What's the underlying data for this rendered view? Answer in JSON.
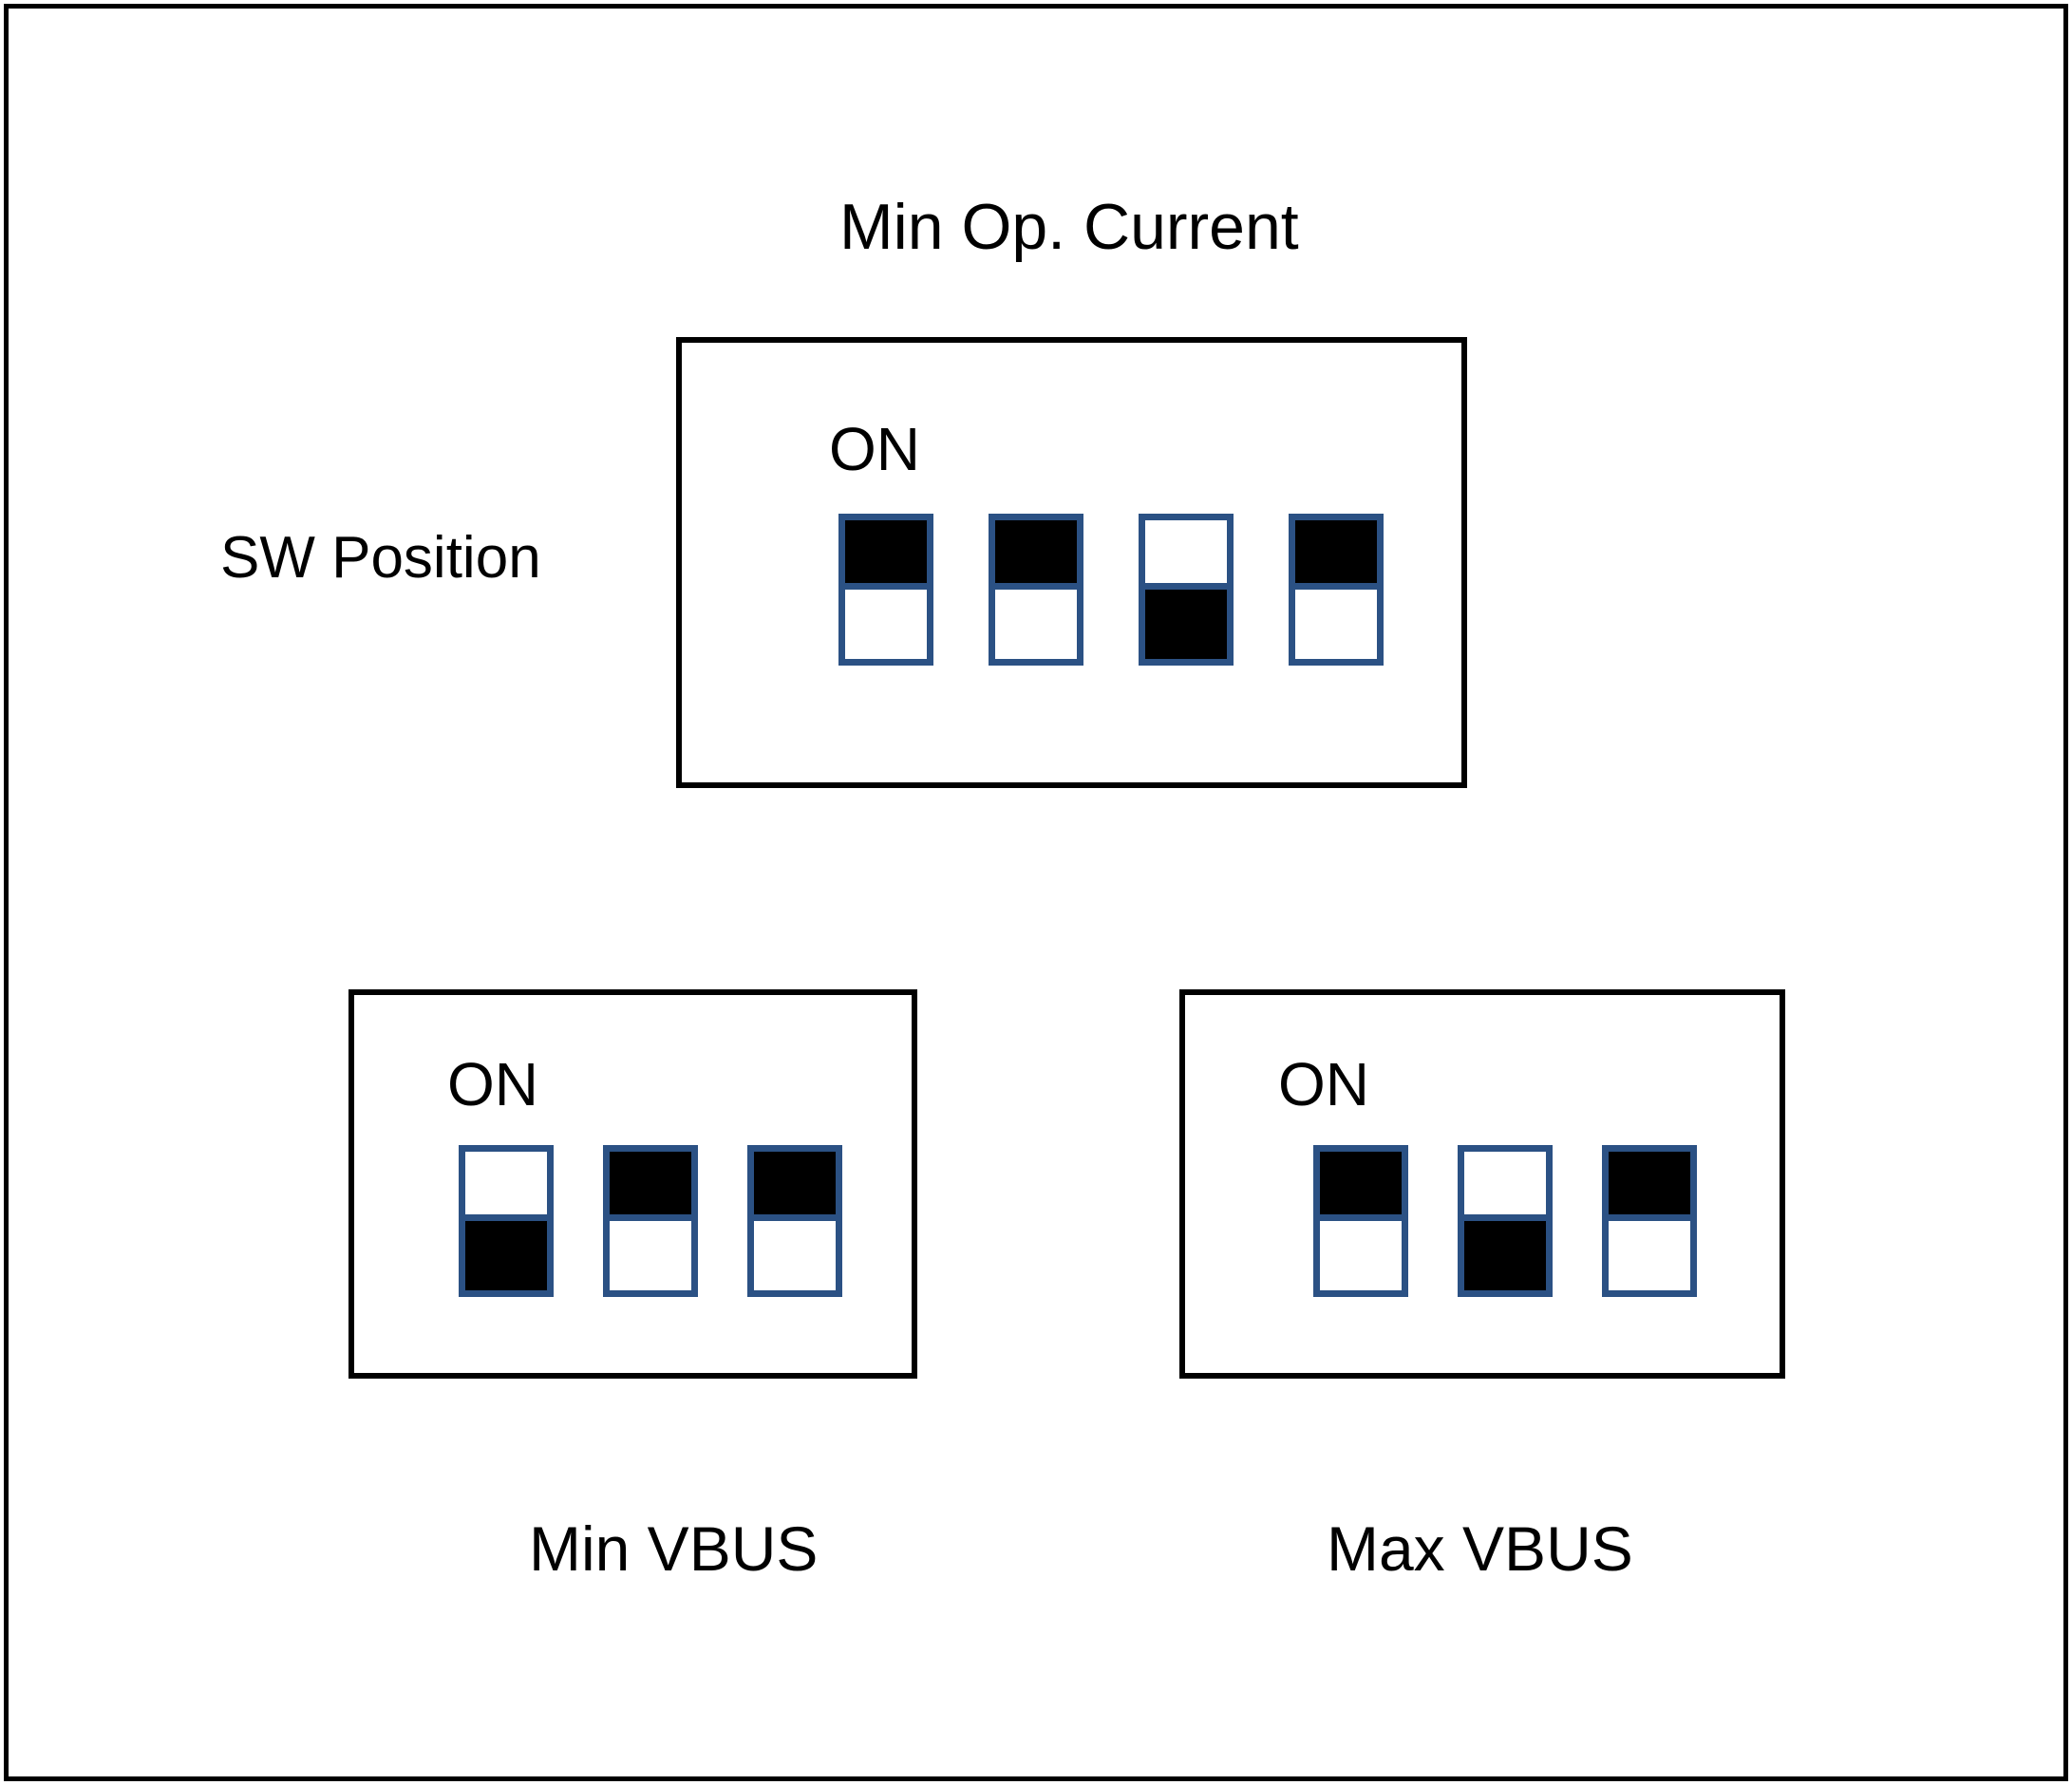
{
  "diagram": {
    "title": "Min Op. Current",
    "side_label": "SW Position",
    "on_label": "ON",
    "border_color": "#000000",
    "switch_border_color": "#2B5184",
    "switch_fill_color": "#000000",
    "background_color": "#FFFFFF"
  },
  "groups": [
    {
      "id": "min-op-current",
      "heading": "Min Op. Current",
      "heading_position": "above",
      "on_label": "ON",
      "switch_count": 4,
      "switches": [
        {
          "index": 1,
          "state": "ON",
          "filled_half": "top"
        },
        {
          "index": 2,
          "state": "ON",
          "filled_half": "top"
        },
        {
          "index": 3,
          "state": "OFF",
          "filled_half": "bottom"
        },
        {
          "index": 4,
          "state": "ON",
          "filled_half": "top"
        }
      ]
    },
    {
      "id": "min-vbus",
      "heading": "Min VBUS",
      "heading_position": "below",
      "on_label": "ON",
      "switch_count": 3,
      "switches": [
        {
          "index": 1,
          "state": "OFF",
          "filled_half": "bottom"
        },
        {
          "index": 2,
          "state": "ON",
          "filled_half": "top"
        },
        {
          "index": 3,
          "state": "ON",
          "filled_half": "top"
        }
      ]
    },
    {
      "id": "max-vbus",
      "heading": "Max VBUS",
      "heading_position": "below",
      "on_label": "ON",
      "switch_count": 3,
      "switches": [
        {
          "index": 1,
          "state": "ON",
          "filled_half": "top"
        },
        {
          "index": 2,
          "state": "OFF",
          "filled_half": "bottom"
        },
        {
          "index": 3,
          "state": "ON",
          "filled_half": "top"
        }
      ]
    }
  ]
}
